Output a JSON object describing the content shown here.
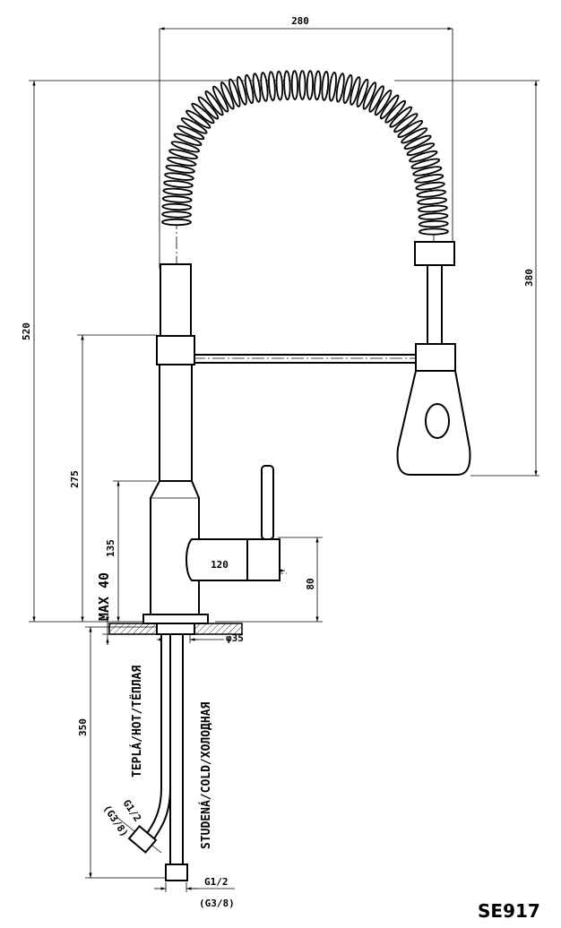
{
  "model": "SE917",
  "dimensions": {
    "width_top": "280",
    "height_total": "520",
    "spout_height": "380",
    "body_height": "275",
    "lever_height": "135",
    "max_deck": "MAX 40",
    "lever_width": "120",
    "lever_offset": "80",
    "hole_diameter": "φ35",
    "hose_length": "350"
  },
  "hoses": {
    "hot_label": "TEPLÁ/HOT/TЁПЛАЯ",
    "cold_label": "STUDENÁ/COLD/ХОЛОДНАЯ",
    "thread_hot": "G1/2",
    "thread_hot_alt": "(G3/8)",
    "thread_cold": "G1/2",
    "thread_cold_alt": "(G3/8)"
  }
}
